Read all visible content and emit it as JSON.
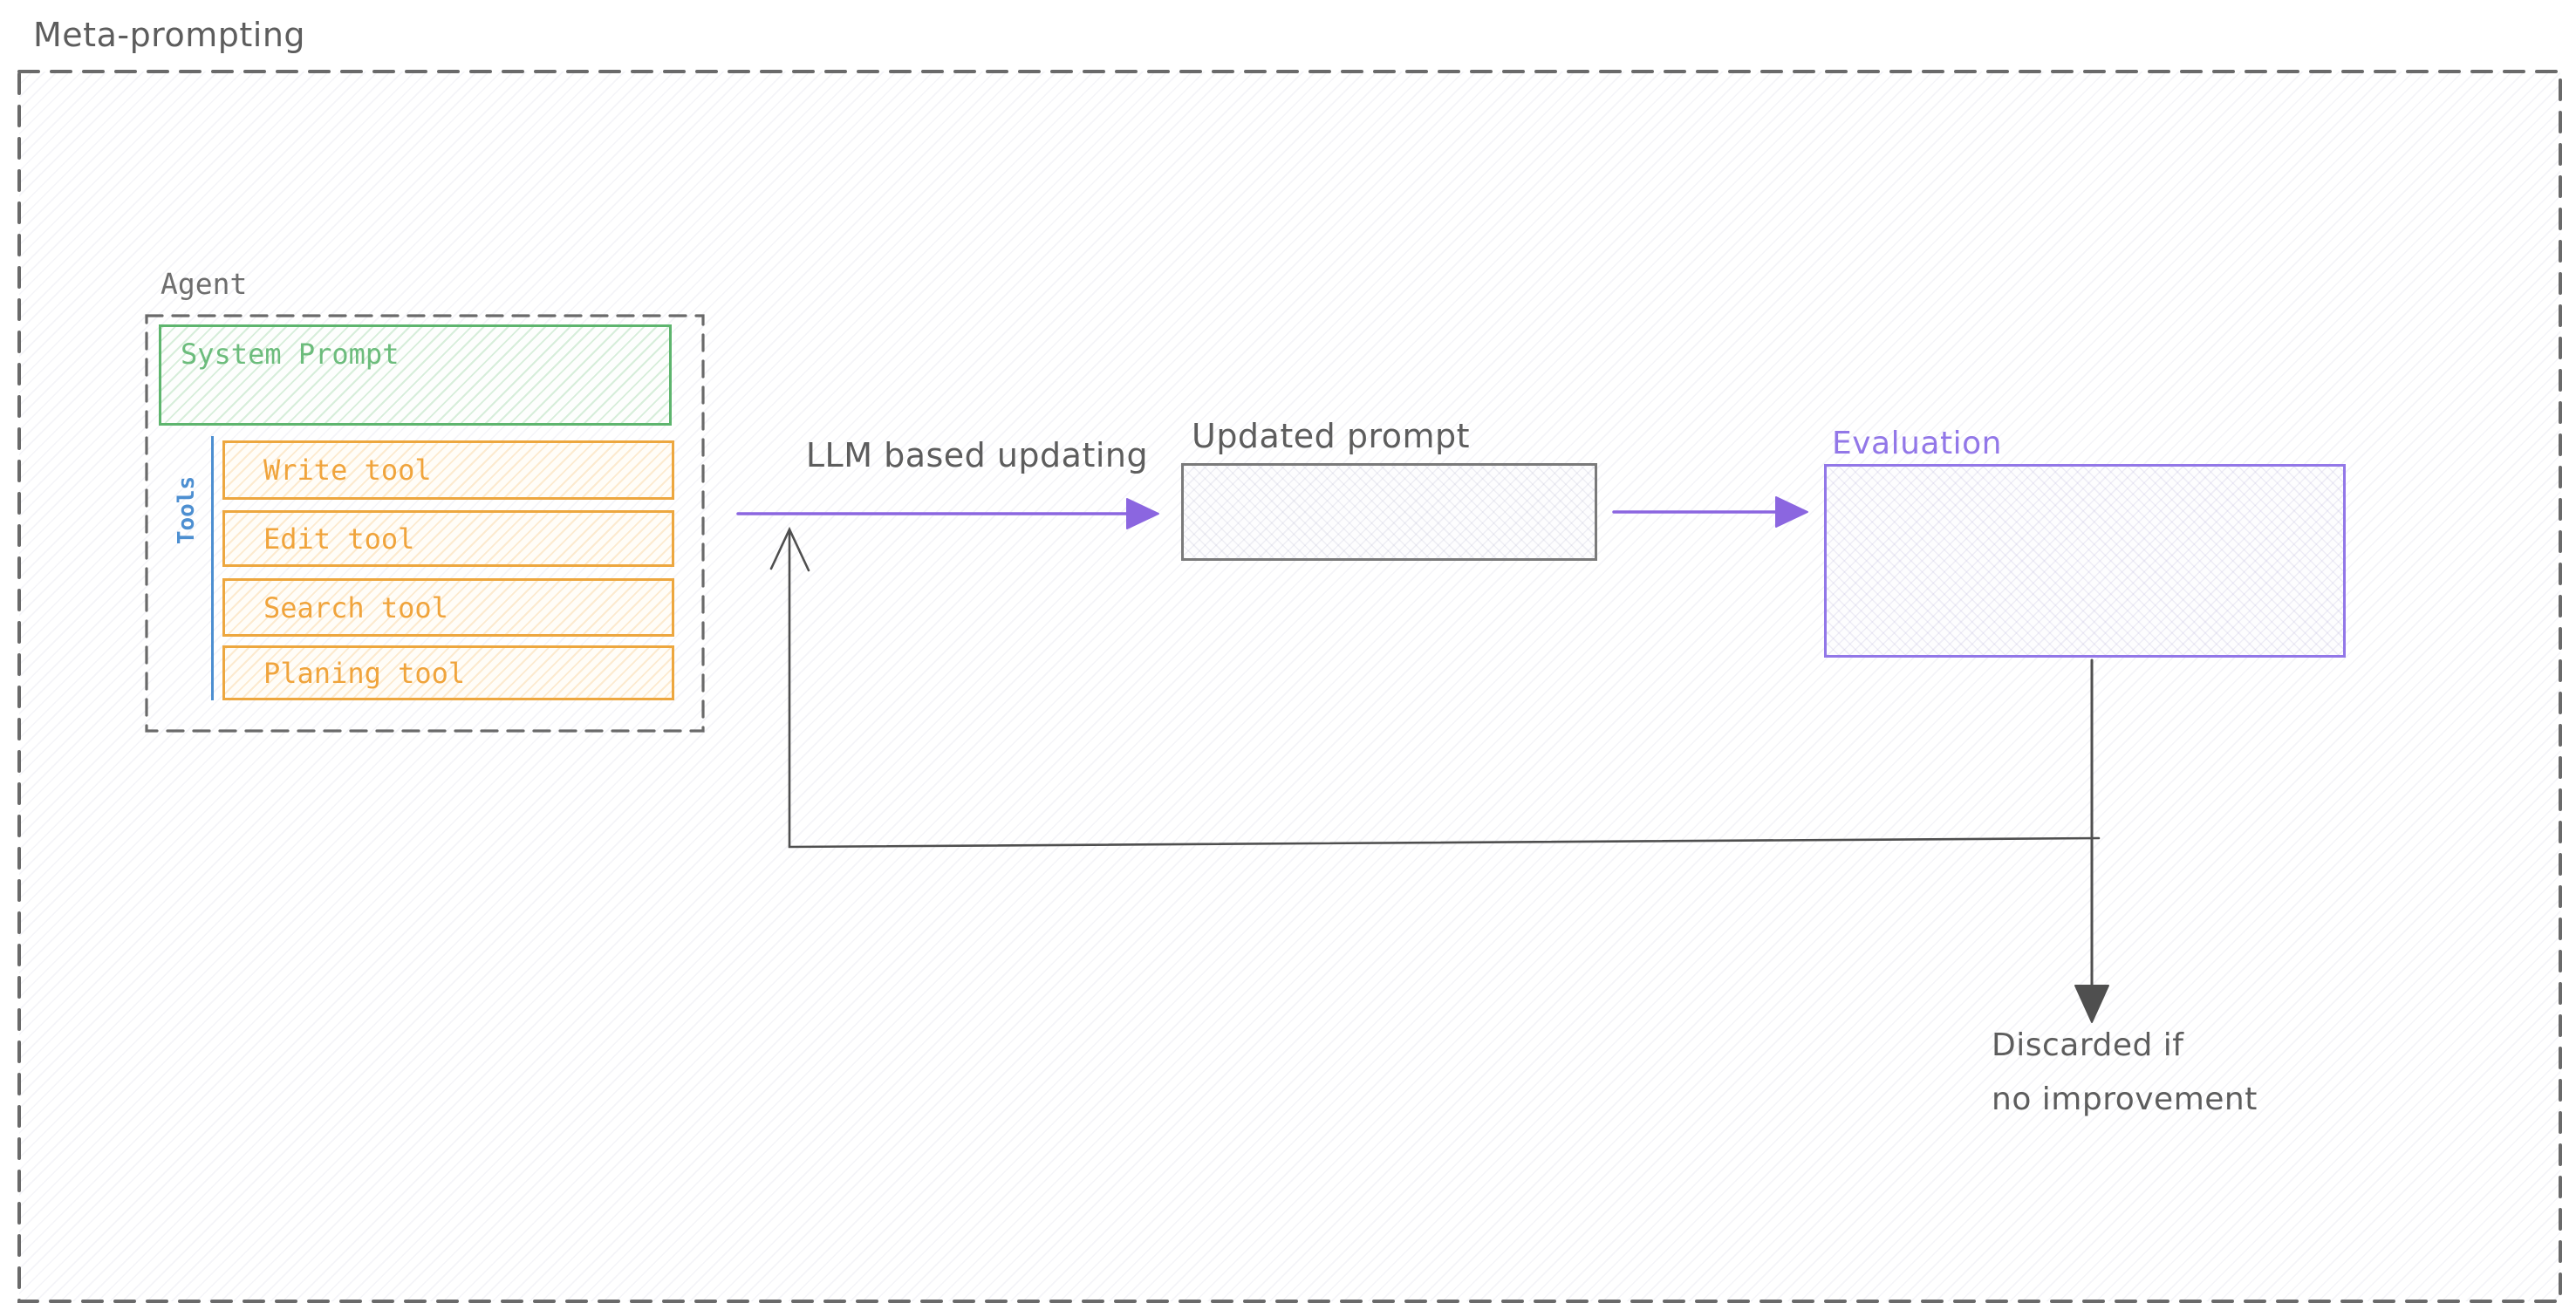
{
  "diagram": {
    "title": "Meta-prompting",
    "agent": {
      "label": "Agent",
      "system_prompt": {
        "label": "System Prompt"
      },
      "tools": {
        "label": "Tools",
        "items": [
          {
            "label": "Write tool"
          },
          {
            "label": "Edit tool"
          },
          {
            "label": "Search tool"
          },
          {
            "label": "Planing tool"
          }
        ]
      }
    },
    "flow": {
      "llm_arrow_label": "LLM based updating",
      "updated_prompt_label": "Updated prompt",
      "evaluation_label": "Evaluation",
      "discard_note_line1": "Discarded if",
      "discard_note_line2": "no improvement"
    }
  },
  "colors": {
    "gray_text": "#5d5d5d",
    "gray_line": "#6a6a6a",
    "dark_arrow": "#4f4f4f",
    "green_border": "#5eb56e",
    "green_text": "#6cbc7c",
    "orange_border": "#eda73f",
    "orange_text": "#f0a43c",
    "blue": "#4d8fd1",
    "purple": "#8b66e0",
    "purple_border": "#9277e8",
    "box_gray_border": "#7a7a7a"
  }
}
